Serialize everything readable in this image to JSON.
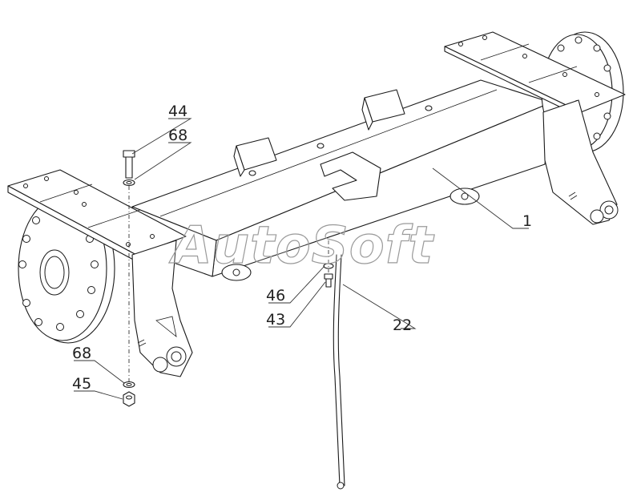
{
  "watermark": "AutoSoft",
  "callouts": {
    "c44": "44",
    "c68_top": "68",
    "c1": "1",
    "c46": "46",
    "c22": "22",
    "c43": "43",
    "c68_bottom": "68",
    "c45": "45"
  },
  "colors": {
    "line": "#1a1a1a",
    "background": "#ffffff",
    "watermark_outline": "#9a9a9a"
  }
}
